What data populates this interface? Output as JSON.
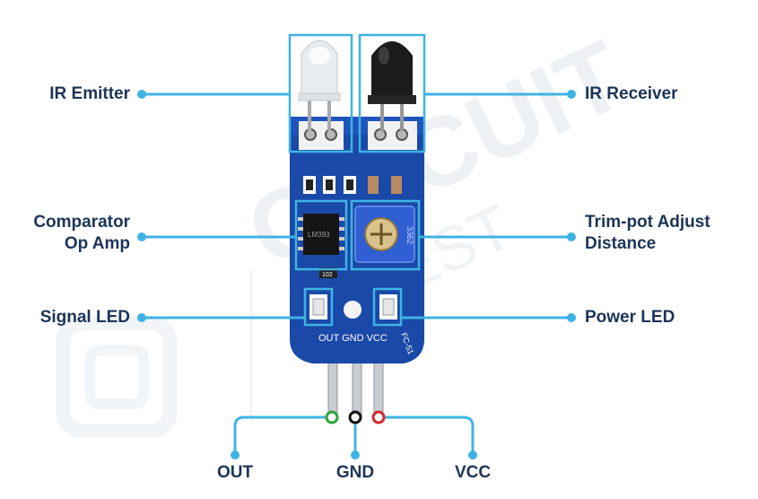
{
  "labels": {
    "ir_emitter": "IR Emitter",
    "ir_receiver": "IR Receiver",
    "comparator_line1": "Comparator",
    "comparator_line2": "Op Amp",
    "trimpot_line1": "Trim-pot Adjust",
    "trimpot_line2": "Distance",
    "signal_led": "Signal LED",
    "power_led": "Power LED",
    "out": "OUT",
    "gnd": "GND",
    "vcc": "VCC"
  },
  "board": {
    "header_text": "OUT GND VCC",
    "model": "FC-51",
    "chip_text": "LM393",
    "pot_text": "3362",
    "resistor_text": "102"
  },
  "watermark": {
    "line1": "CIRCUIT",
    "line2": "DIGEST"
  },
  "colors": {
    "accent": "#3fb3e3",
    "label_text": "#1b3557",
    "board": "#1a49a8",
    "pin_out": "#2fa33a",
    "pin_gnd": "#111111",
    "pin_vcc": "#d6282e"
  }
}
